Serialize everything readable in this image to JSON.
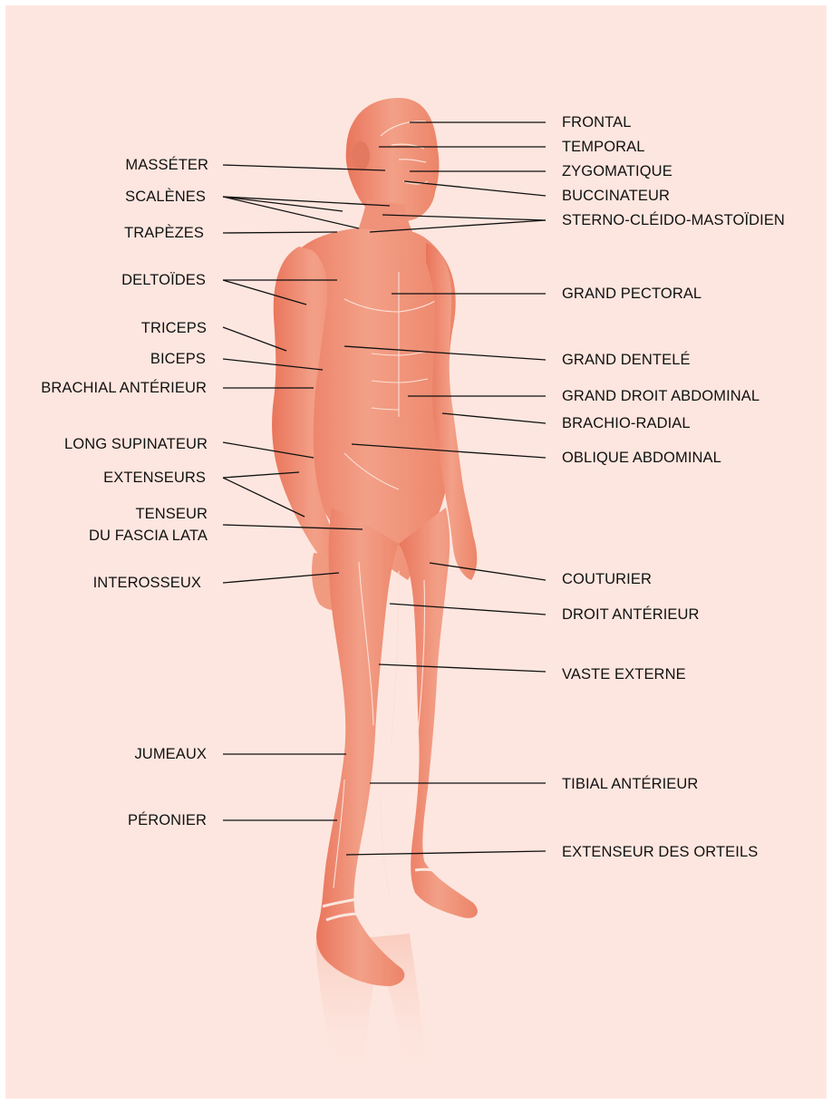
{
  "diagram": {
    "colors": {
      "background": "#fde6df",
      "muscle_light": "#f9c7b5",
      "muscle_mid": "#f29a80",
      "muscle_dark": "#e9755b",
      "tendon": "#fbe7df",
      "leader": "#111111",
      "text": "#111111"
    },
    "labels_left": [
      {
        "id": "masseter",
        "text": "MASSÉTER"
      },
      {
        "id": "scalenes",
        "text": "SCALÈNES"
      },
      {
        "id": "trapezes",
        "text": "TRAPÈZES"
      },
      {
        "id": "deltoides",
        "text": "DELTOÏDES"
      },
      {
        "id": "triceps",
        "text": "TRICEPS"
      },
      {
        "id": "biceps",
        "text": "BICEPS"
      },
      {
        "id": "brachial",
        "text": "BRACHIAL ANTÉRIEUR"
      },
      {
        "id": "long-supinateur",
        "text": "LONG SUPINATEUR"
      },
      {
        "id": "extenseurs",
        "text": "EXTENSEURS"
      },
      {
        "id": "tenseur",
        "text": "TENSEUR",
        "text2": "DU FASCIA LATA"
      },
      {
        "id": "interosseux",
        "text": "INTEROSSEUX"
      },
      {
        "id": "jumeaux",
        "text": "JUMEAUX"
      },
      {
        "id": "peronier",
        "text": "PÉRONIER"
      }
    ],
    "labels_right": [
      {
        "id": "frontal",
        "text": "FRONTAL"
      },
      {
        "id": "temporal",
        "text": "TEMPORAL"
      },
      {
        "id": "zygomatique",
        "text": "ZYGOMATIQUE"
      },
      {
        "id": "buccinateur",
        "text": "BUCCINATEUR"
      },
      {
        "id": "sterno",
        "text": "STERNO-CLÉIDO-MASTOÏDIEN"
      },
      {
        "id": "grand-pectoral",
        "text": "GRAND PECTORAL"
      },
      {
        "id": "grand-dentele",
        "text": "GRAND DENTELÉ"
      },
      {
        "id": "grand-droit",
        "text": "GRAND DROIT ABDOMINAL"
      },
      {
        "id": "brachio-radial",
        "text": "BRACHIO-RADIAL"
      },
      {
        "id": "oblique",
        "text": "OBLIQUE ABDOMINAL"
      },
      {
        "id": "couturier",
        "text": "COUTURIER"
      },
      {
        "id": "droit-anterieur",
        "text": "DROIT ANTÉRIEUR"
      },
      {
        "id": "vaste-externe",
        "text": "VASTE EXTERNE"
      },
      {
        "id": "tibial",
        "text": "TIBIAL ANTÉRIEUR"
      },
      {
        "id": "extenseur-orteils",
        "text": "EXTENSEUR DES ORTEILS"
      }
    ]
  }
}
